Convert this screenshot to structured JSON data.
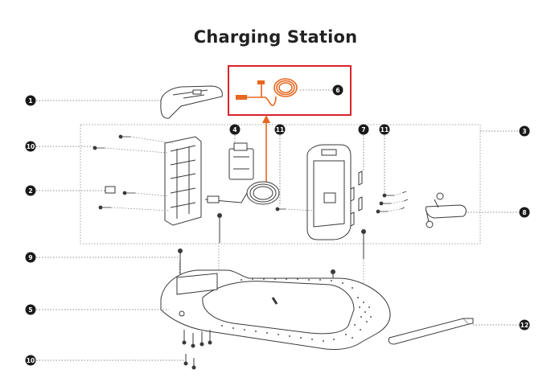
{
  "title": "Charging Station",
  "callouts": [
    {
      "label": "1"
    },
    {
      "label": "2"
    },
    {
      "label": "3"
    },
    {
      "label": "4"
    },
    {
      "label": "5"
    },
    {
      "label": "6"
    },
    {
      "label": "7"
    },
    {
      "label": "8"
    },
    {
      "label": "9"
    },
    {
      "label": "10"
    },
    {
      "label": "10"
    },
    {
      "label": "11"
    },
    {
      "label": "11"
    },
    {
      "label": "12"
    }
  ],
  "colors": {
    "highlight_box": "#d9232d",
    "cable": "#e8661e",
    "arrow": "#e8661e",
    "line_art": "#3a3a3a",
    "callout_fill": "#1a1a1a"
  }
}
